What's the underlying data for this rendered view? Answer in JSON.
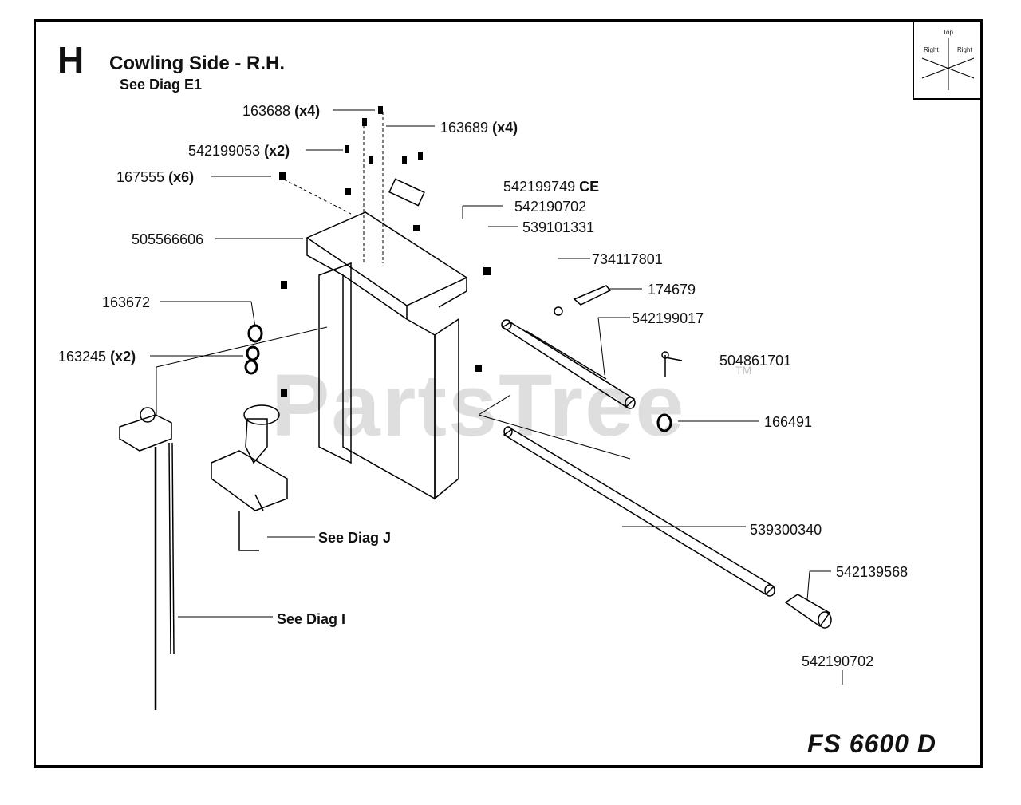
{
  "diagram": {
    "section_letter": "H",
    "title": "Cowling Side - R.H.",
    "subtitle": "See Diag E1",
    "model": "FS 6600 D",
    "watermark": "PartsTree",
    "watermark_tm": "TM",
    "compass": {
      "top": "Top",
      "left": "Right",
      "right": "Right"
    },
    "parts": [
      {
        "number": "163688",
        "qty": "(x4)"
      },
      {
        "number": "163689",
        "qty": "(x4)"
      },
      {
        "number": "542199053",
        "qty": "(x2)"
      },
      {
        "number": "167555",
        "qty": "(x6)"
      },
      {
        "number": "542199749",
        "qty": "CE"
      },
      {
        "number": "542190702",
        "qty": ""
      },
      {
        "number": "539101331",
        "qty": ""
      },
      {
        "number": "505566606",
        "qty": ""
      },
      {
        "number": "734117801",
        "qty": ""
      },
      {
        "number": "174679",
        "qty": ""
      },
      {
        "number": "163672",
        "qty": ""
      },
      {
        "number": "542199017",
        "qty": ""
      },
      {
        "number": "163245",
        "qty": "(x2)"
      },
      {
        "number": "504861701",
        "qty": ""
      },
      {
        "number": "166491",
        "qty": ""
      },
      {
        "number": "539300340",
        "qty": ""
      },
      {
        "number": "542139568",
        "qty": ""
      },
      {
        "number": "542190702",
        "qty": ""
      }
    ],
    "notes": [
      "See Diag J",
      "See Diag I"
    ]
  }
}
